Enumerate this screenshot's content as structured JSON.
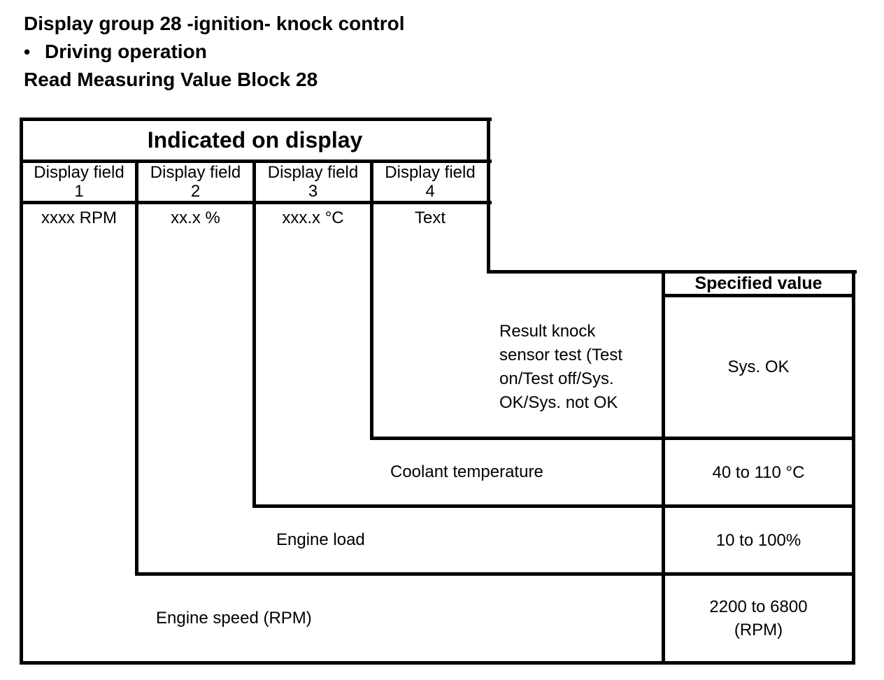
{
  "page": {
    "title_line1": "Display group 28 -ignition- knock control",
    "bullet_glyph": "•",
    "title_line2": "Driving operation",
    "title_line3": "Read Measuring Value Block 28"
  },
  "display_table": {
    "header": "Indicated on display",
    "columns": [
      {
        "label": "Display field",
        "number": "1",
        "format": "xxxx RPM"
      },
      {
        "label": "Display field",
        "number": "2",
        "format": "xx.x %"
      },
      {
        "label": "Display field",
        "number": "3",
        "format": "xxx.x °C"
      },
      {
        "label": "Display field",
        "number": "4",
        "format": "Text"
      }
    ]
  },
  "specified_value_header": "Specified value",
  "rows": [
    {
      "label": "Result knock\nsensor test (Test\non/Test off/Sys.\nOK/Sys. not OK",
      "value": "Sys. OK"
    },
    {
      "label": "Coolant temperature",
      "value": "40 to 110 °C"
    },
    {
      "label": "Engine load",
      "value": "10 to 100%"
    },
    {
      "label": "Engine speed (RPM)",
      "value": "2200 to 6800\n(RPM)"
    }
  ]
}
